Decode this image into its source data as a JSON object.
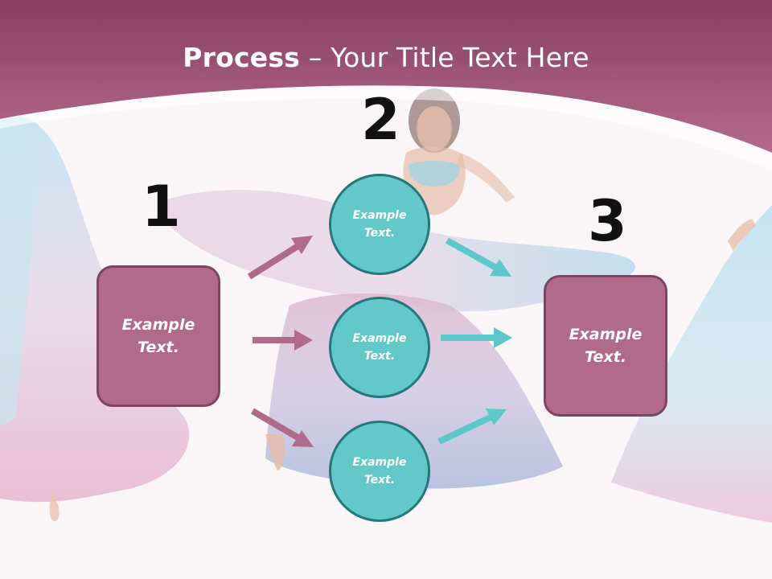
{
  "title": {
    "bold": "Process",
    "rest": " – Your Title Text Here"
  },
  "steps": {
    "one": "1",
    "two": "2",
    "three": "3"
  },
  "left_box": {
    "text": "Example\nText."
  },
  "circles": [
    {
      "text": "Example\nText."
    },
    {
      "text": "Example\nText."
    },
    {
      "text": "Example\nText."
    }
  ],
  "right_box": {
    "text": "Example\nText."
  },
  "colors": {
    "header": "#9b4f74",
    "box": "#b06a8a",
    "box_border": "#7e4563",
    "circle": "#63c9c8",
    "circle_border": "#24777a",
    "arrow_pink": "#b06a8a",
    "arrow_teal": "#5ec8c9"
  }
}
